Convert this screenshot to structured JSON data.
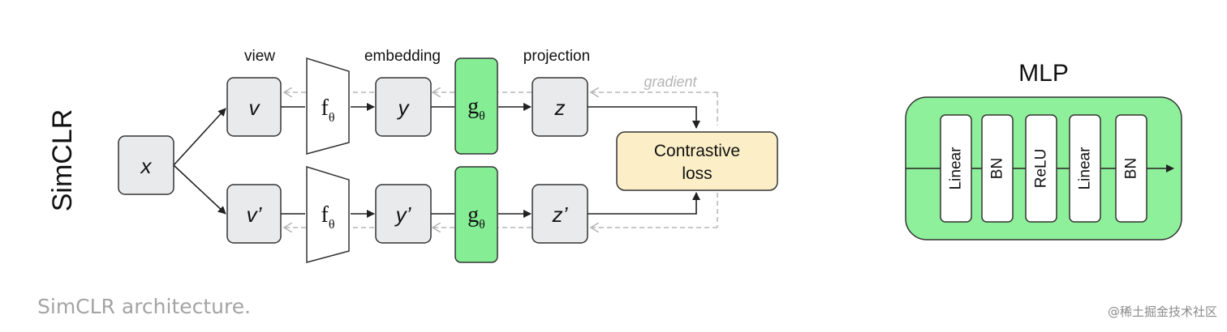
{
  "side_title": "SimCLR",
  "column_labels": {
    "view": "view",
    "embedding": "embedding",
    "projection": "projection"
  },
  "gradient_label": "gradient",
  "nodes": {
    "input": "x",
    "view_top": "v",
    "view_bottom": "v’",
    "encoder_symbol": "f",
    "encoder_sub": "θ",
    "embedding_top": "y",
    "embedding_bottom": "y’",
    "projector_symbol": "g",
    "projector_sub": "θ",
    "projection_top": "z",
    "projection_bottom": "z’"
  },
  "loss": {
    "line1": "Contrastive",
    "line2": "loss"
  },
  "mlp": {
    "title": "MLP",
    "layers": [
      "Linear",
      "BN",
      "ReLU",
      "Linear",
      "BN"
    ]
  },
  "caption": "SimCLR architecture.",
  "watermark": "@稀土掘金技术社区",
  "colors": {
    "node_fill": "#e9eaeb",
    "green": "#85ee95",
    "mlp_green": "#8ef09a",
    "loss_fill": "#fcefc7",
    "gradient_gray": "#b5b5b5"
  }
}
